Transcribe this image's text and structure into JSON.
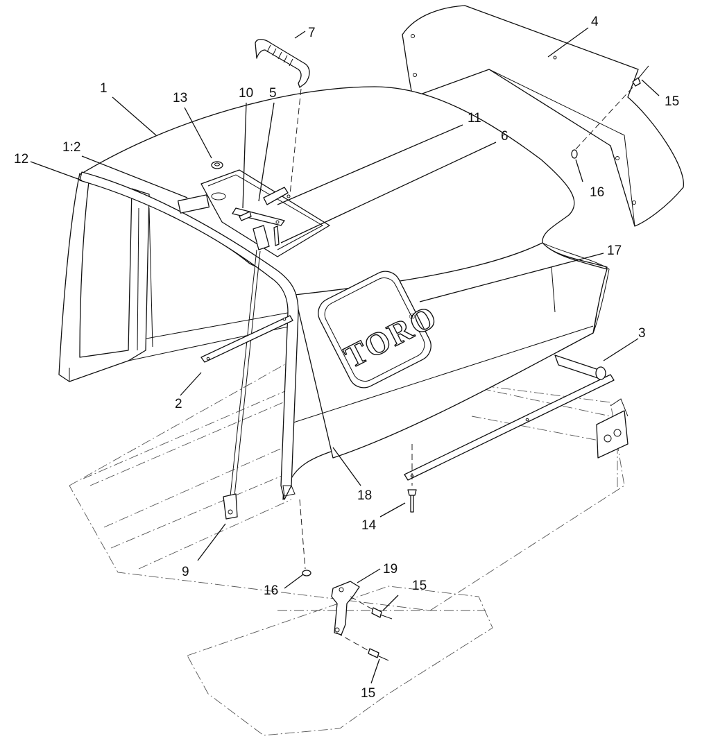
{
  "brand": {
    "logo_text": "TORO",
    "registered_mark": "®"
  },
  "callouts": {
    "c1": "1",
    "c1_2": "1:2",
    "c2": "2",
    "c3": "3",
    "c4": "4",
    "c5": "5",
    "c6": "6",
    "c7": "7",
    "c9": "9",
    "c10": "10",
    "c11": "11",
    "c12": "12",
    "c13": "13",
    "c14": "14",
    "c15_top": "15",
    "c15_mid": "15",
    "c15_bottom": "15",
    "c16_right": "16",
    "c16_bottom": "16",
    "c17": "17",
    "c18": "18",
    "c19": "19"
  }
}
